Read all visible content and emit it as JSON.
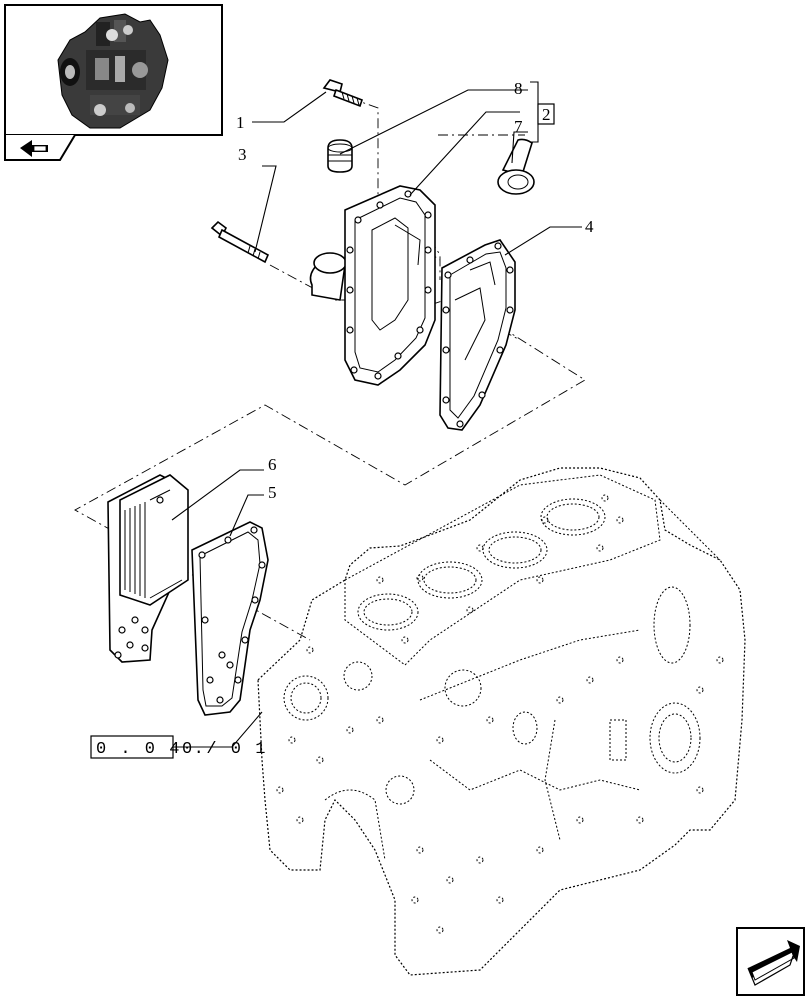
{
  "callouts": {
    "c1": "1",
    "c2": "2",
    "c3": "3",
    "c4": "4",
    "c5": "5",
    "c6": "6",
    "c7": "7",
    "c8": "8"
  },
  "reference": {
    "boxed": "0 . 0 4 .",
    "tail": "0 / 0 1"
  },
  "icons": {
    "thumbnail": "engine-thumbnail-icon",
    "thumb_nav": "back-arrow-icon",
    "corner_nav": "next-arrow-icon"
  }
}
